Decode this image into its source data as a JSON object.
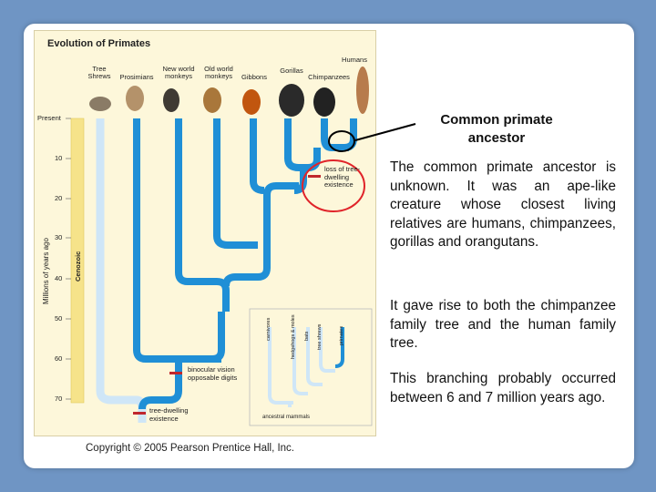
{
  "figure": {
    "title": "Evolution of Primates",
    "taxa": {
      "tree_shrews": "Tree Shrews",
      "prosimians": "Prosimians",
      "new_world_monkeys": "New world monkeys",
      "old_world_monkeys": "Old world monkeys",
      "gibbons": "Gibbons",
      "gorillas": "Gorillas",
      "chimpanzees": "Chimpanzees",
      "humans": "Humans"
    },
    "y_axis": {
      "label": "Millions of years ago",
      "ticks": [
        "Present",
        "10",
        "20",
        "30",
        "40",
        "50",
        "60",
        "70"
      ]
    },
    "era_label": "Cenozoic",
    "annotations": {
      "loss_of_tree": "loss of tree-dwelling existence",
      "binocular": "binocular vision opposable digits",
      "tree_dwelling": "tree-dwelling existence"
    },
    "inset": {
      "labels": [
        "carnivores",
        "hedgehogs & moles",
        "bats",
        "tree shrews",
        "primates"
      ],
      "base_label": "ancestral mammals"
    },
    "copyright": "Copyright © 2005 Pearson Prentice Hall, Inc."
  },
  "callout": {
    "title": "Common primate ancestor"
  },
  "paragraphs": [
    "The common primate ancestor is unknown. It was an ape-like creature whose closest living relatives are humans, chimpanzees, gorillas and orangutans.",
    "It gave rise to both the chimpanzee family tree and the human family tree.",
    "This branching probably occurred between 6 and 7 million years ago."
  ],
  "colors": {
    "background": "#6f95c4",
    "branch": "#1f8fd6",
    "branch_pale": "#cfe6f7",
    "highlight": "#e0242a",
    "era_bar": "#f6e38a"
  }
}
